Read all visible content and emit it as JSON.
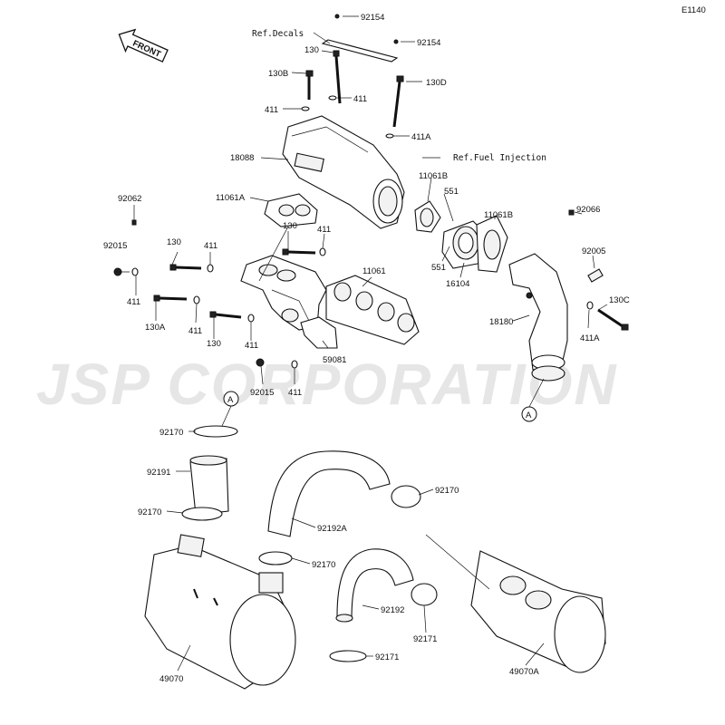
{
  "diagram_code": "E1140",
  "front_label": "FRONT",
  "watermark": "JSP CORPORATION",
  "refs": {
    "decals": "Ref.Decals",
    "fuel_injection": "Ref.Fuel Injection"
  },
  "callouts": {
    "c92154a": "92154",
    "c92154b": "92154",
    "c130top": "130",
    "c130b": "130B",
    "c130d": "130D",
    "c411a1": "411",
    "c411a2": "411",
    "c411A_top": "411A",
    "c18088": "18088",
    "c11061A": "11061A",
    "c11061B1": "11061B",
    "c551a": "551",
    "c11061B2": "11061B",
    "c92062": "92062",
    "c92015a": "92015",
    "c130mid1": "130",
    "c411mid1": "411",
    "c130mid2": "130",
    "c411mid2": "411",
    "c411left": "411",
    "c130A": "130A",
    "c411c": "411",
    "c130low": "130",
    "c411d": "411",
    "c11061": "11061",
    "c551b": "551",
    "c16104": "16104",
    "c92066": "92066",
    "c92005": "92005",
    "c130C": "130C",
    "c18180": "18180",
    "c411A_right": "411A",
    "c59081": "59081",
    "c92015b": "92015",
    "c411e": "411",
    "c92170a": "92170",
    "c92191": "92191",
    "c92170b": "92170",
    "c92170c": "92170",
    "c92192A": "92192A",
    "c92170d": "92170",
    "c92192": "92192",
    "c92171a": "92171",
    "c92171b": "92171",
    "c49070": "49070",
    "c49070A": "49070A"
  },
  "markers": {
    "a_top": "A",
    "a_right": "A"
  }
}
